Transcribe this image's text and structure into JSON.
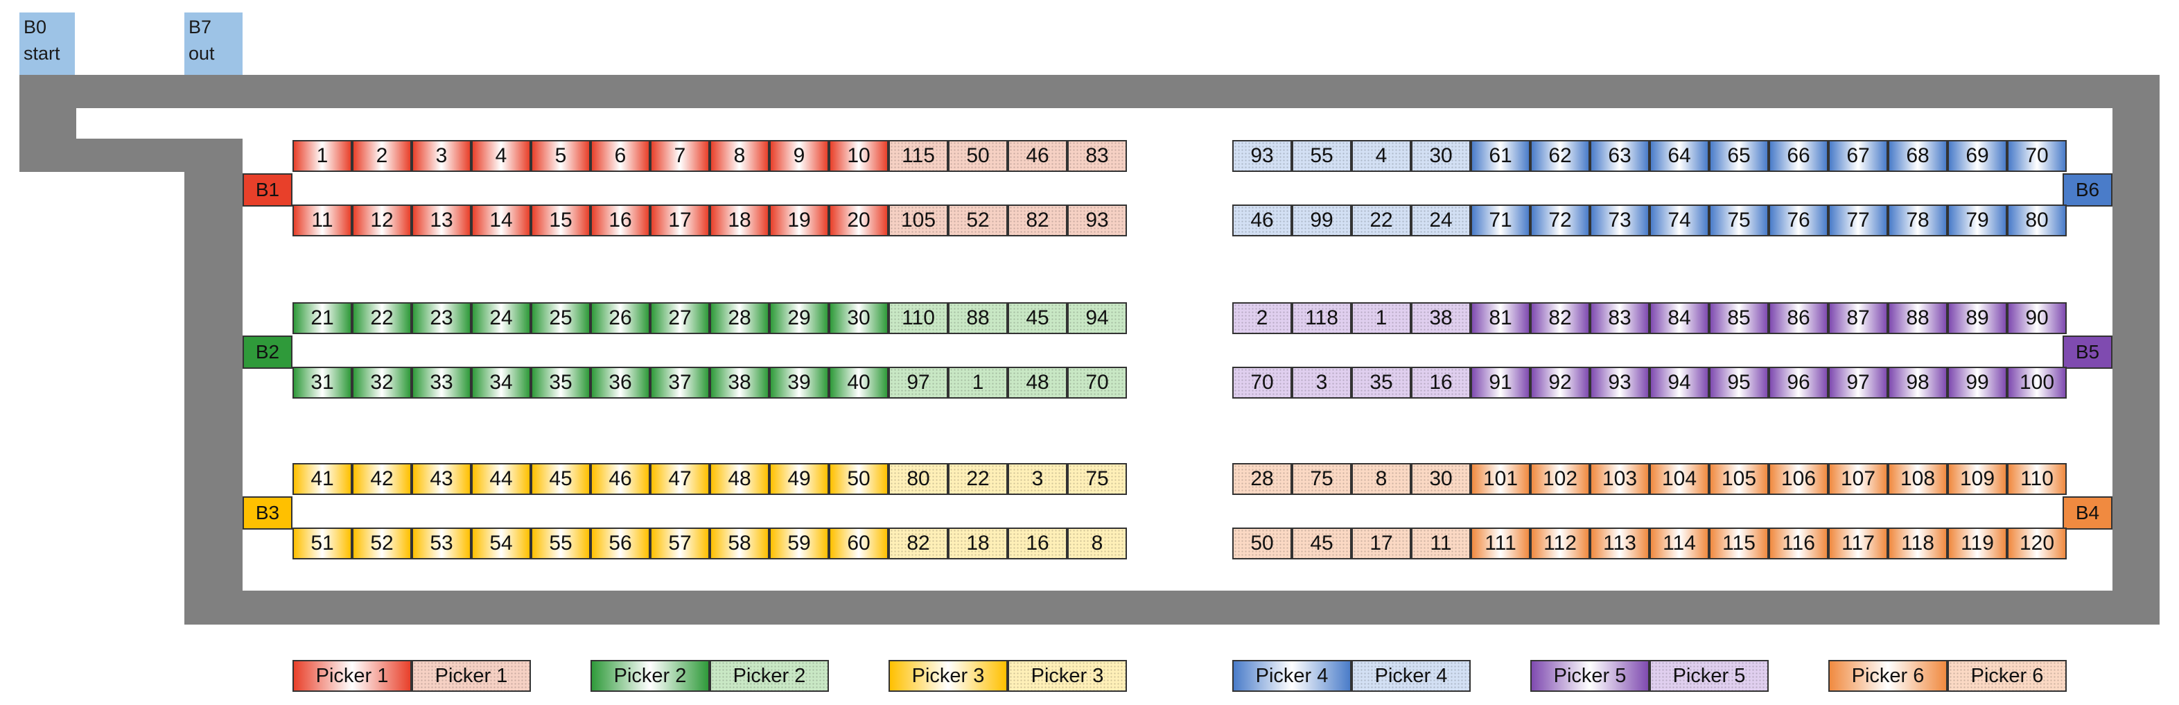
{
  "title": "",
  "nodes": [
    {
      "id": "B0",
      "line1": "B0",
      "line2": "start"
    },
    {
      "id": "B7",
      "line1": "B7",
      "line2": "out"
    }
  ],
  "bay_labels": [
    "B1",
    "B2",
    "B3",
    "B4",
    "B5",
    "B6"
  ],
  "pickers": [
    {
      "name": "Picker 1",
      "dark": "#e8402a",
      "light": "#f6d1c4"
    },
    {
      "name": "Picker 2",
      "dark": "#2f9a3a",
      "light": "#c9e8c5"
    },
    {
      "name": "Picker 3",
      "dark": "#ffc000",
      "light": "#fff0b8"
    },
    {
      "name": "Picker 4",
      "dark": "#4a7cc9",
      "light": "#d3e0f4"
    },
    {
      "name": "Picker 5",
      "dark": "#7f4bb0",
      "light": "#e0cfef"
    },
    {
      "name": "Picker 6",
      "dark": "#f08a40",
      "light": "#fbd9c4"
    }
  ],
  "rows": [
    {
      "left_own": [
        1,
        2,
        3,
        4,
        5,
        6,
        7,
        8,
        9,
        10
      ],
      "left_other": [
        115,
        50,
        46,
        83
      ],
      "right_other": [
        93,
        55,
        4,
        30
      ],
      "right_own": [
        61,
        62,
        63,
        64,
        65,
        66,
        67,
        68,
        69,
        70
      ]
    },
    {
      "left_own": [
        11,
        12,
        13,
        14,
        15,
        16,
        17,
        18,
        19,
        20
      ],
      "left_other": [
        105,
        52,
        82,
        93
      ],
      "right_other": [
        46,
        99,
        22,
        24
      ],
      "right_own": [
        71,
        72,
        73,
        74,
        75,
        76,
        77,
        78,
        79,
        80
      ]
    },
    {
      "left_own": [
        21,
        22,
        23,
        24,
        25,
        26,
        27,
        28,
        29,
        30
      ],
      "left_other": [
        110,
        88,
        45,
        94
      ],
      "right_other": [
        2,
        118,
        1,
        38
      ],
      "right_own": [
        81,
        82,
        83,
        84,
        85,
        86,
        87,
        88,
        89,
        90
      ]
    },
    {
      "left_own": [
        31,
        32,
        33,
        34,
        35,
        36,
        37,
        38,
        39,
        40
      ],
      "left_other": [
        97,
        1,
        48,
        70
      ],
      "right_other": [
        70,
        3,
        35,
        16
      ],
      "right_own": [
        91,
        92,
        93,
        94,
        95,
        96,
        97,
        98,
        99,
        100
      ]
    },
    {
      "left_own": [
        41,
        42,
        43,
        44,
        45,
        46,
        47,
        48,
        49,
        50
      ],
      "left_other": [
        80,
        22,
        3,
        75
      ],
      "right_other": [
        28,
        75,
        8,
        30
      ],
      "right_own": [
        101,
        102,
        103,
        104,
        105,
        106,
        107,
        108,
        109,
        110
      ]
    },
    {
      "left_own": [
        51,
        52,
        53,
        54,
        55,
        56,
        57,
        58,
        59,
        60
      ],
      "left_other": [
        82,
        18,
        16,
        8
      ],
      "right_other": [
        50,
        45,
        17,
        11
      ],
      "right_own": [
        111,
        112,
        113,
        114,
        115,
        116,
        117,
        118,
        119,
        120
      ]
    }
  ]
}
